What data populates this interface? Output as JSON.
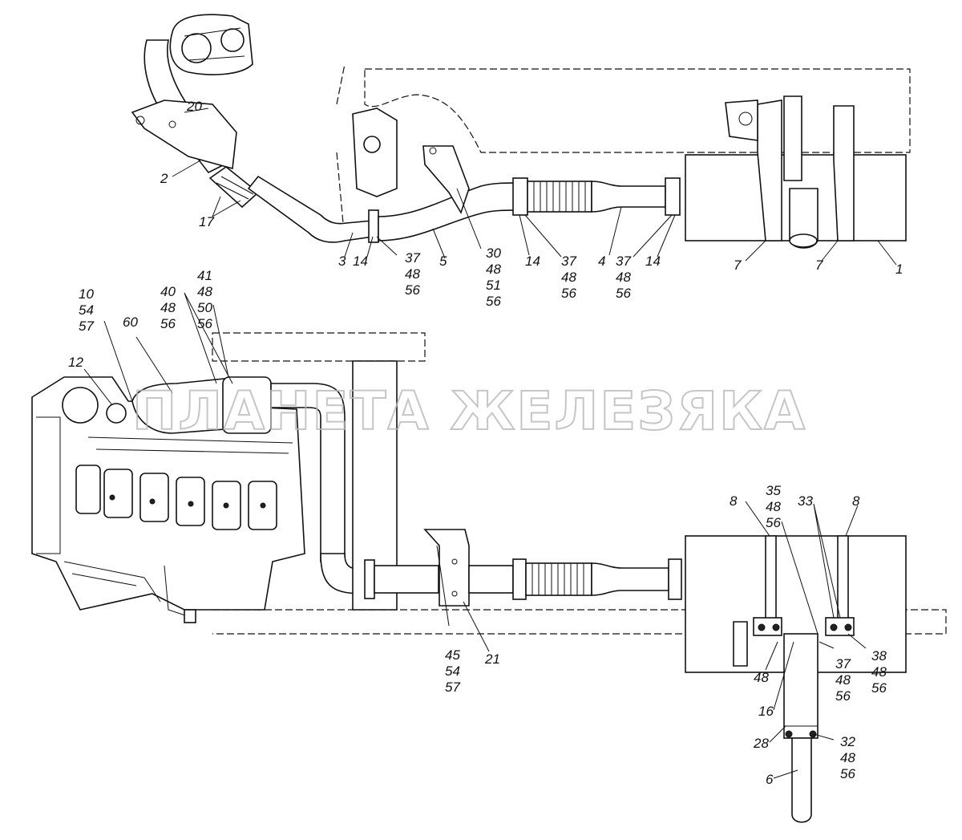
{
  "watermark": "ПЛАНЕТА ЖЕЛЕЗЯКА",
  "top_view_labels": {
    "l20": "20",
    "l2": "2",
    "l17": "17",
    "l3": "3",
    "l14a": "14",
    "g1": [
      "37",
      "48",
      "56"
    ],
    "l5": "5",
    "g2": [
      "30",
      "48",
      "51",
      "56"
    ],
    "l14b": "14",
    "g3": [
      "37",
      "48",
      "56"
    ],
    "l4": "4",
    "g4": [
      "37",
      "48",
      "56"
    ],
    "l14c": "14",
    "l7a": "7",
    "l7b": "7",
    "l1": "1"
  },
  "side_view_labels": {
    "g5": [
      "10",
      "54",
      "57"
    ],
    "l12": "12",
    "l60": "60",
    "g6": [
      "40",
      "48",
      "56"
    ],
    "g7": [
      "41",
      "48",
      "50",
      "56"
    ],
    "g8": [
      "45",
      "54",
      "57"
    ],
    "l21": "21",
    "l8a": "8",
    "g9": [
      "35",
      "48",
      "56"
    ],
    "l33": "33",
    "l8b": "8",
    "l48": "48",
    "g10": [
      "37",
      "48",
      "56"
    ],
    "g11": [
      "38",
      "48",
      "56"
    ],
    "l16": "16",
    "l28": "28",
    "g12": [
      "32",
      "48",
      "56"
    ],
    "l6": "6"
  }
}
